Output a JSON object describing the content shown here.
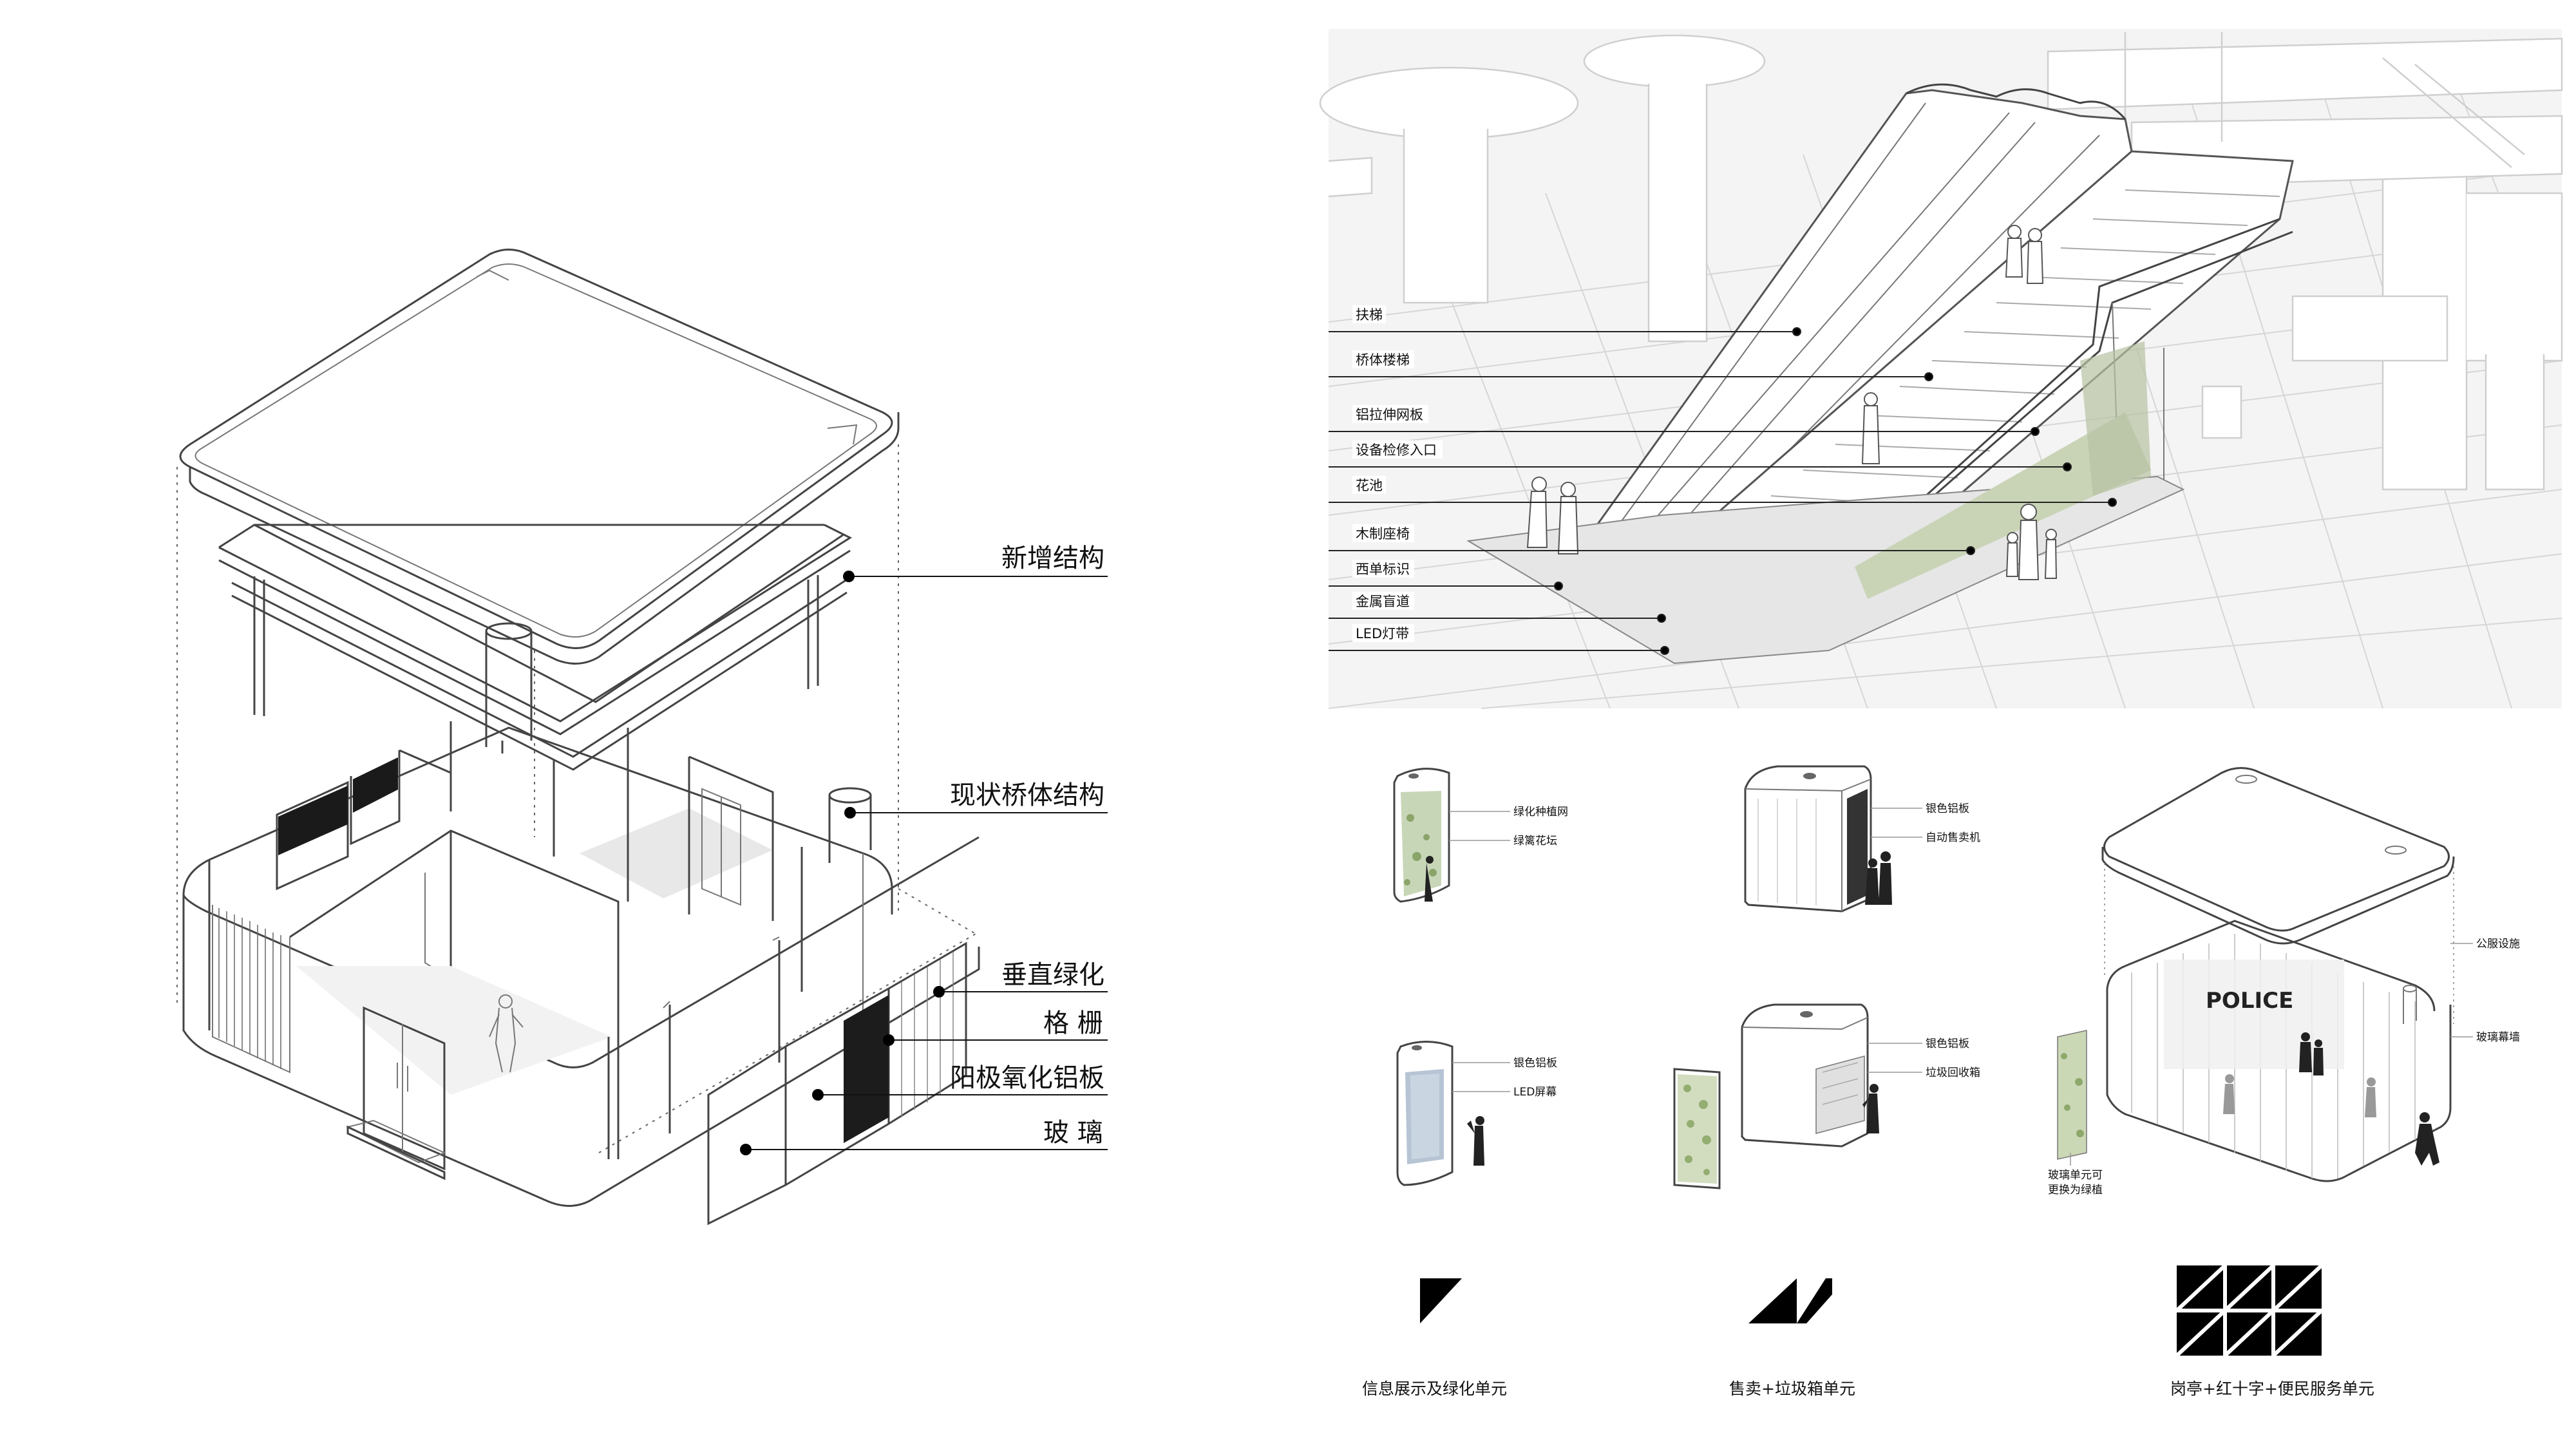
{
  "kiosk_labels": [
    "新增结构",
    "现状桥体结构",
    "垂直绿化",
    "格 栅",
    "阳极氧化铝板",
    "玻 璃"
  ],
  "stair_labels": [
    "扶梯",
    "桥体楼梯",
    "铝拉伸网板",
    "设备检修入口",
    "花池",
    "木制座椅",
    "西单标识",
    "金属盲道",
    "LED灯带"
  ],
  "units": {
    "info_green": {
      "labels": [
        "绿化种植网",
        "绿篱花坛"
      ]
    },
    "vending": {
      "labels": [
        "银色铝板",
        "自动售卖机"
      ]
    },
    "info_screen": {
      "labels": [
        "银色铝板",
        "LED屏幕"
      ]
    },
    "trash": {
      "labels": [
        "银色铝板",
        "垃圾回收箱"
      ]
    },
    "police": {
      "labels": [
        "公服设施",
        "玻璃幕墙"
      ],
      "note_lines": [
        "玻璃单元可",
        "更换为绿植"
      ],
      "sign": "POLICE"
    }
  },
  "captions": [
    "信息展示及绿化单元",
    "售卖+垃圾箱单元",
    "岗亭+红十字+便民服务单元"
  ]
}
